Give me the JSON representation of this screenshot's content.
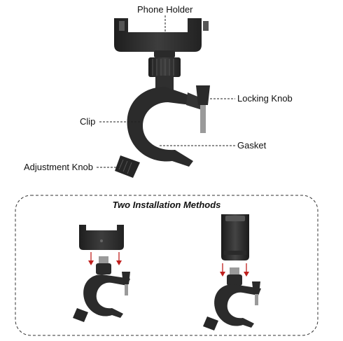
{
  "labels": {
    "phone_holder": "Phone Holder",
    "locking_knob": "Locking Knob",
    "clip": "Clip",
    "gasket": "Gasket",
    "adjustment_knob": "Adjustment Knob"
  },
  "installation": {
    "title": "Two Installation Methods"
  },
  "colors": {
    "device_dark": "#2b2b2b",
    "device_mid": "#3a3a3a",
    "arrow_red": "#c0201e",
    "frame_dash": "#333333"
  }
}
